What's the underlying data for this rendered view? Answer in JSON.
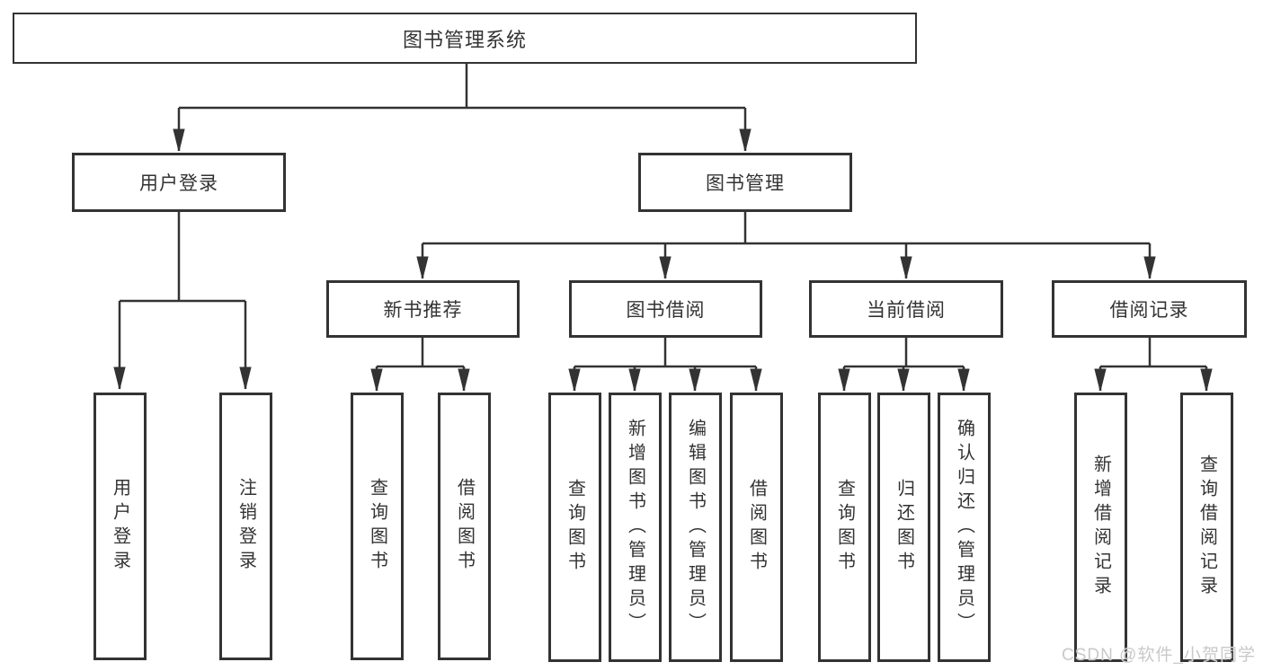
{
  "diagram": {
    "title": "图书管理系统",
    "type": "hierarchy-tree",
    "colors": {
      "line": "#333333",
      "border": "#333333",
      "text": "#333333",
      "box_background": "#ffffff",
      "watermark": "#c9c9c9"
    },
    "nodes": {
      "root": {
        "label": "图书管理系统"
      },
      "user_login": {
        "label": "用户登录"
      },
      "book_mgmt": {
        "label": "图书管理"
      },
      "new_book_rec": {
        "label": "新书推荐"
      },
      "book_borrow": {
        "label": "图书借阅"
      },
      "current_borrow": {
        "label": "当前借阅"
      },
      "borrow_records": {
        "label": "借阅记录"
      },
      "leaves": {
        "user_login": [
          "用户登录",
          "注销登录"
        ],
        "new_book_rec": [
          "查询图书",
          "借阅图书"
        ],
        "book_borrow": [
          "查询图书",
          "新增图书（管理员）",
          "编辑图书（管理员）",
          "借阅图书"
        ],
        "current_borrow": [
          "查询图书",
          "归还图书",
          "确认归还（管理员）"
        ],
        "borrow_records": [
          "新增借阅记录",
          "查询借阅记录"
        ]
      }
    },
    "watermark": {
      "text": "CSDN @软件_小贺同学"
    }
  }
}
